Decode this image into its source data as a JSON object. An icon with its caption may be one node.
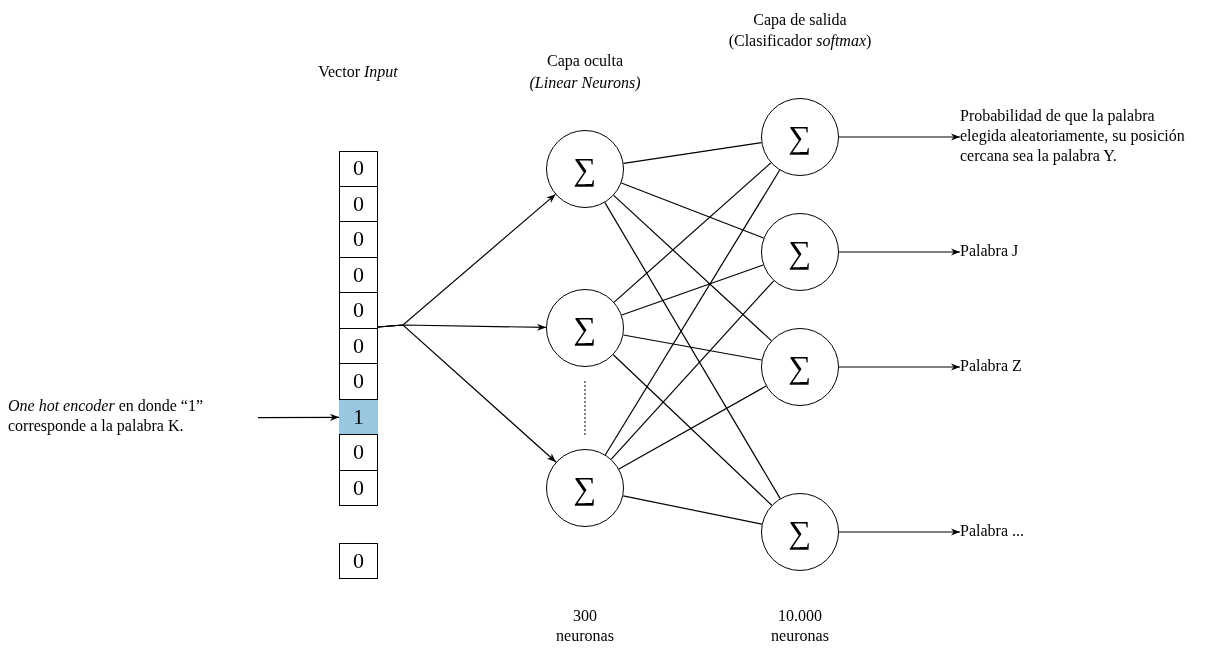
{
  "diagram": {
    "nodes": [
      {
        "text": [
          "*One hot encoder* en donde “1” corresponde a la palabra K."
        ]
      },
      {
        "text": [],
        "shape": "box"
      },
      {
        "text": [
          "0"
        ],
        "in": 1
      },
      {
        "text": [
          "0"
        ],
        "in": 1
      },
      {
        "text": [
          "0"
        ],
        "in": 1
      },
      {
        "text": [
          "0"
        ],
        "in": 1
      },
      {
        "text": [
          "0"
        ],
        "in": 1
      },
      {
        "text": [
          "0"
        ],
        "in": 1
      },
      {
        "text": [
          "0"
        ],
        "in": 1
      },
      {
        "text": [
          "1"
        ],
        "in": 1
      },
      {
        "text": [
          "0"
        ],
        "in": 1
      },
      {
        "text": [
          "0"
        ],
        "in": 1
      },
      {
        "text": [
          "0"
        ]
      },
      {
        "text": [
          "∑"
        ]
      },
      {
        "text": [
          "∑"
        ]
      },
      {
        "text": [
          "∑"
        ]
      },
      {
        "text": [
          "∑"
        ]
      },
      {
        "text": [
          "∑"
        ]
      },
      {
        "text": [
          "∑"
        ]
      },
      {
        "text": [
          "∑"
        ]
      },
      {
        "text": [
          "Probabilidad de que la palabra elegida aleatoriamente, su posición cercana sea la palabra Y."
        ]
      },
      {
        "text": [
          "Palabra J"
        ]
      },
      {
        "text": [
          "Palabra Z"
        ]
      },
      {
        "text": [
          "Palabra ..."
        ]
      }
    ],
    "edges": [
      {
        "from": 0,
        "to": 9,
        "arrow": "to"
      },
      {
        "from": 1,
        "to": 13,
        "arrow": "to"
      },
      {
        "from": 1,
        "to": 14,
        "arrow": "to"
      },
      {
        "from": 1,
        "to": 15,
        "arrow": "to"
      },
      {
        "from": 13,
        "to": 16,
        "arrow": "none"
      },
      {
        "from": 13,
        "to": 17,
        "arrow": "none"
      },
      {
        "from": 13,
        "to": 18,
        "arrow": "none"
      },
      {
        "from": 13,
        "to": 19,
        "arrow": "none"
      },
      {
        "from": 14,
        "to": 16,
        "arrow": "none"
      },
      {
        "from": 14,
        "to": 17,
        "arrow": "none"
      },
      {
        "from": 14,
        "to": 18,
        "arrow": "none"
      },
      {
        "from": 14,
        "to": 19,
        "arrow": "none"
      },
      {
        "from": 15,
        "to": 16,
        "arrow": "none"
      },
      {
        "from": 15,
        "to": 17,
        "arrow": "none"
      },
      {
        "from": 15,
        "to": 18,
        "arrow": "none"
      },
      {
        "from": 15,
        "to": 19,
        "arrow": "none"
      },
      {
        "from": 16,
        "to": 20,
        "arrow": "to"
      },
      {
        "from": 17,
        "to": 21,
        "arrow": "to"
      },
      {
        "from": 18,
        "to": 22,
        "arrow": "to"
      },
      {
        "from": 19,
        "to": 23,
        "arrow": "to"
      }
    ],
    "labels": [
      "Capa de salida",
      "(Clasificador *softmax*)",
      "Capa oculta",
      "Vector *Input*",
      "(Linear Neurons)",
      "300 neuronas",
      "10.000 neuronas"
    ]
  }
}
